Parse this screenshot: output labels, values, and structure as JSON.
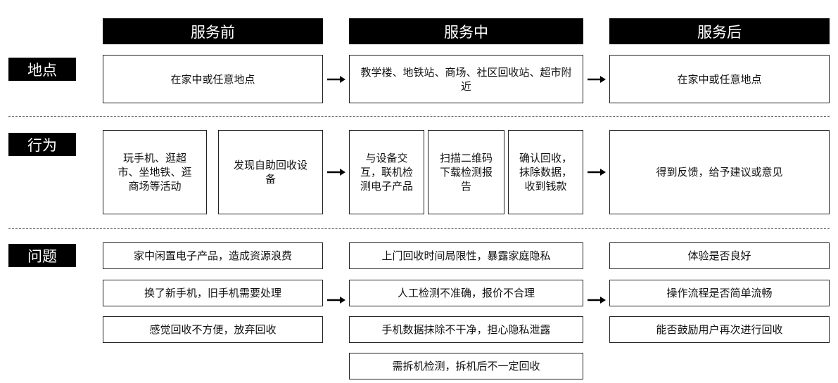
{
  "headers": {
    "before": "服务前",
    "during": "服务中",
    "after": "服务后"
  },
  "rows": {
    "place": "地点",
    "behavior": "行为",
    "problem": "问题"
  },
  "place": {
    "before": "在家中或任意地点",
    "during": "教学楼、地铁站、商场、社区回收站、超市附近",
    "after": "在家中或任意地点"
  },
  "behavior": {
    "before": [
      "玩手机、逛超市、坐地铁、逛商场等活动",
      "发现自助回收设备"
    ],
    "during": [
      "与设备交互，联机检测电子产品",
      "扫描二维码下载检测报告",
      "确认回收，抹除数据，收到钱款"
    ],
    "after": "得到反馈，给予建议或意见"
  },
  "problem": {
    "before": [
      "家中闲置电子产品，造成资源浪费",
      "换了新手机，旧手机需要处理",
      "感觉回收不方便，放弃回收"
    ],
    "during": [
      "上门回收时间局限性，暴露家庭隐私",
      "人工检测不准确，报价不合理",
      "手机数据抹除不干净，担心隐私泄露",
      "需拆机检测，拆机后不一定回收"
    ],
    "after": [
      "体验是否良好",
      "操作流程是否简单流畅",
      "能否鼓励用户再次进行回收"
    ]
  },
  "colors": {
    "label_bg": "#000000",
    "label_text": "#ffffff",
    "box_border": "#222222",
    "divider": "#555555"
  },
  "icons": {
    "flow_arrow": "right-arrow-icon"
  }
}
